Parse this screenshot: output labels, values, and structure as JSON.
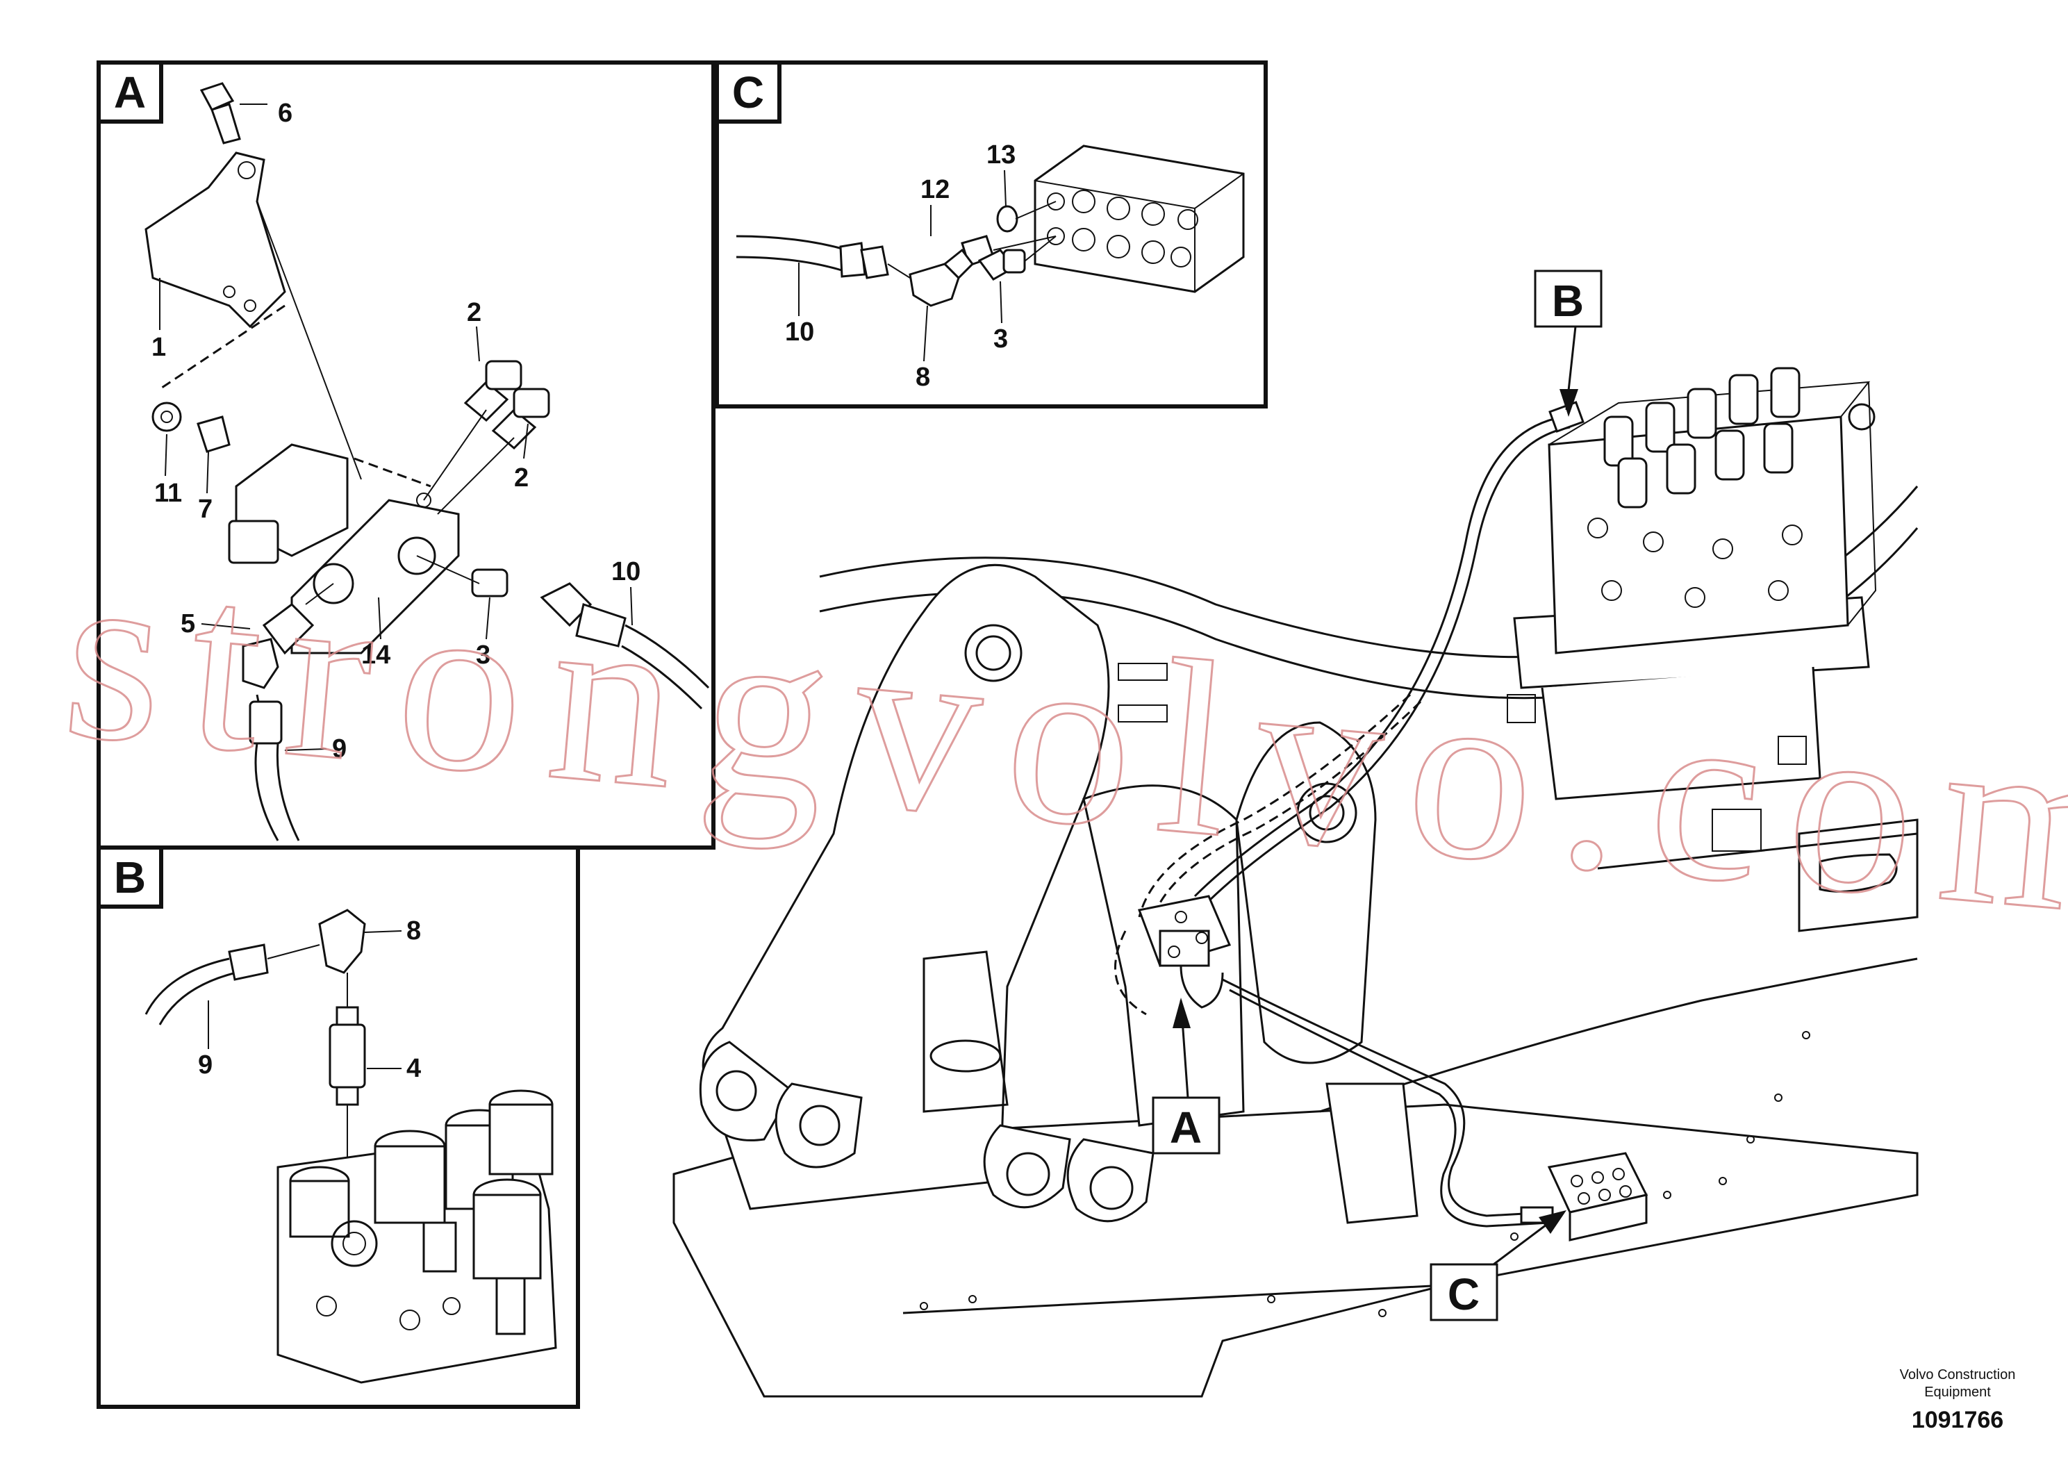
{
  "detail_boxes": {
    "A": {
      "letter": "A"
    },
    "B": {
      "letter": "B"
    },
    "C": {
      "letter": "C"
    }
  },
  "detail_callouts": {
    "A": [
      "1",
      "2",
      "2",
      "3",
      "5",
      "6",
      "7",
      "9",
      "10",
      "11",
      "14"
    ],
    "B": [
      "4",
      "8",
      "9"
    ],
    "C": [
      "3",
      "8",
      "10",
      "12",
      "13"
    ]
  },
  "main_view_tags": [
    "A",
    "B",
    "C"
  ],
  "watermark": "strongvolvo.com",
  "footer": {
    "company_line1": "Volvo Construction",
    "company_line2": "Equipment",
    "drawing_number": "1091766"
  }
}
